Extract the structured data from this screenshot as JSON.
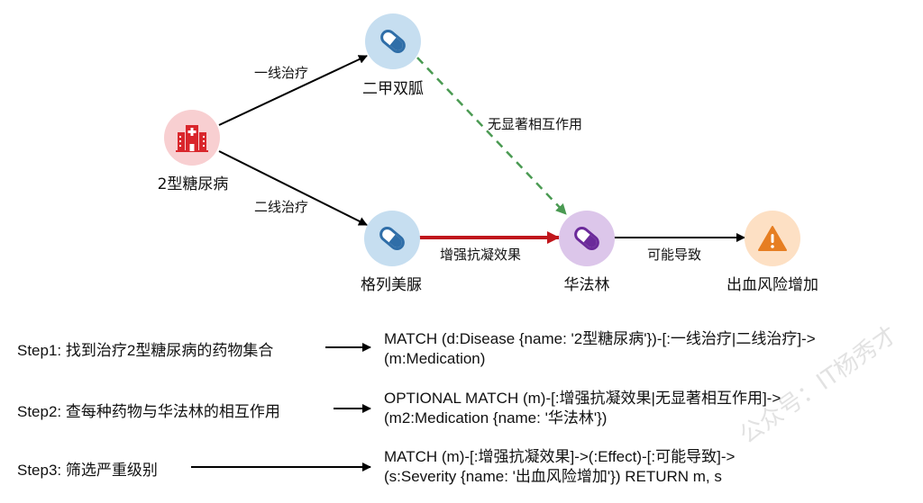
{
  "colors": {
    "disease_fill": "#f8cfd1",
    "disease_icon": "#d9262c",
    "med_fill": "#c6def0",
    "med_icon": "#2f6ea8",
    "warfarin_fill": "#dcc6ea",
    "warfarin_icon": "#6b2a9a",
    "severity_fill": "#fde0c4",
    "severity_icon": "#e67e22",
    "edge_default": "#000000",
    "edge_enhance": "#c0161c",
    "edge_no_interaction": "#4a9a52"
  },
  "nodes": {
    "disease": {
      "label": "2型糖尿病",
      "icon": "hospital-icon"
    },
    "metformin": {
      "label": "二甲双胍",
      "icon": "pill-icon"
    },
    "glimepiride": {
      "label": "格列美脲",
      "icon": "pill-icon"
    },
    "warfarin": {
      "label": "华法林",
      "icon": "pill-icon"
    },
    "bleeding": {
      "label": "出血风险增加",
      "icon": "warning-icon"
    }
  },
  "edges": {
    "first_line": "一线治疗",
    "second_line": "二线治疗",
    "no_interaction": "无显著相互作用",
    "enhance": "增强抗凝效果",
    "may_cause": "可能导致"
  },
  "steps": [
    {
      "label": "Step1: 找到治疗2型糖尿病的药物集合",
      "query_line1": "MATCH (d:Disease {name: '2型糖尿病'})-[:一线治疗|二线治疗]->",
      "query_line2": "(m:Medication)"
    },
    {
      "label": "Step2: 查每种药物与华法林的相互作用",
      "query_line1": "OPTIONAL MATCH (m)-[:增强抗凝效果|无显著相互作用]->",
      "query_line2": "(m2:Medication {name: '华法林'})"
    },
    {
      "label": "Step3: 筛选严重级别",
      "query_line1": "MATCH (m)-[:增强抗凝效果]->(:Effect)-[:可能导致]->",
      "query_line2": "(s:Severity {name:  '出血风险增加'}) RETURN m, s"
    }
  ],
  "watermark": "公众号：IT杨秀才"
}
